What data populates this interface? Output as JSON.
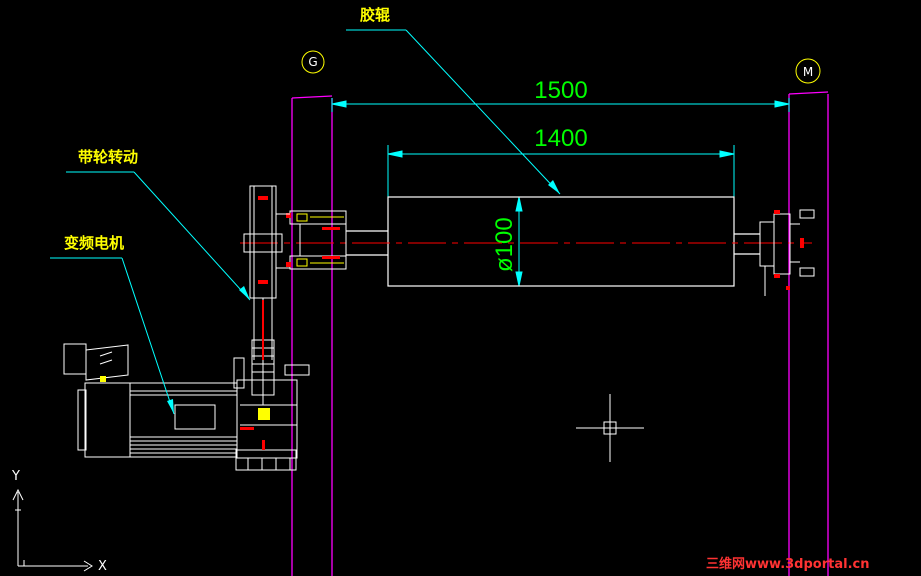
{
  "labels": {
    "roller": "胶辊",
    "belt_drive": "带轮转动",
    "vfd_motor": "变频电机"
  },
  "axis_bubbles": {
    "left": "G",
    "right": "M"
  },
  "dimensions": {
    "overall_length": "1500",
    "roller_length": "1400",
    "roller_diameter": "ø100"
  },
  "ucs": {
    "x_label": "X",
    "y_label": "Y"
  },
  "watermark": "三维网www.3dportal.cn",
  "colors": {
    "background": "#000000",
    "magenta": "#ff00ff",
    "cyan": "#00ffff",
    "green": "#00ff00",
    "yellow": "#ffff00",
    "red": "#ff0000",
    "white": "#ffffff"
  }
}
